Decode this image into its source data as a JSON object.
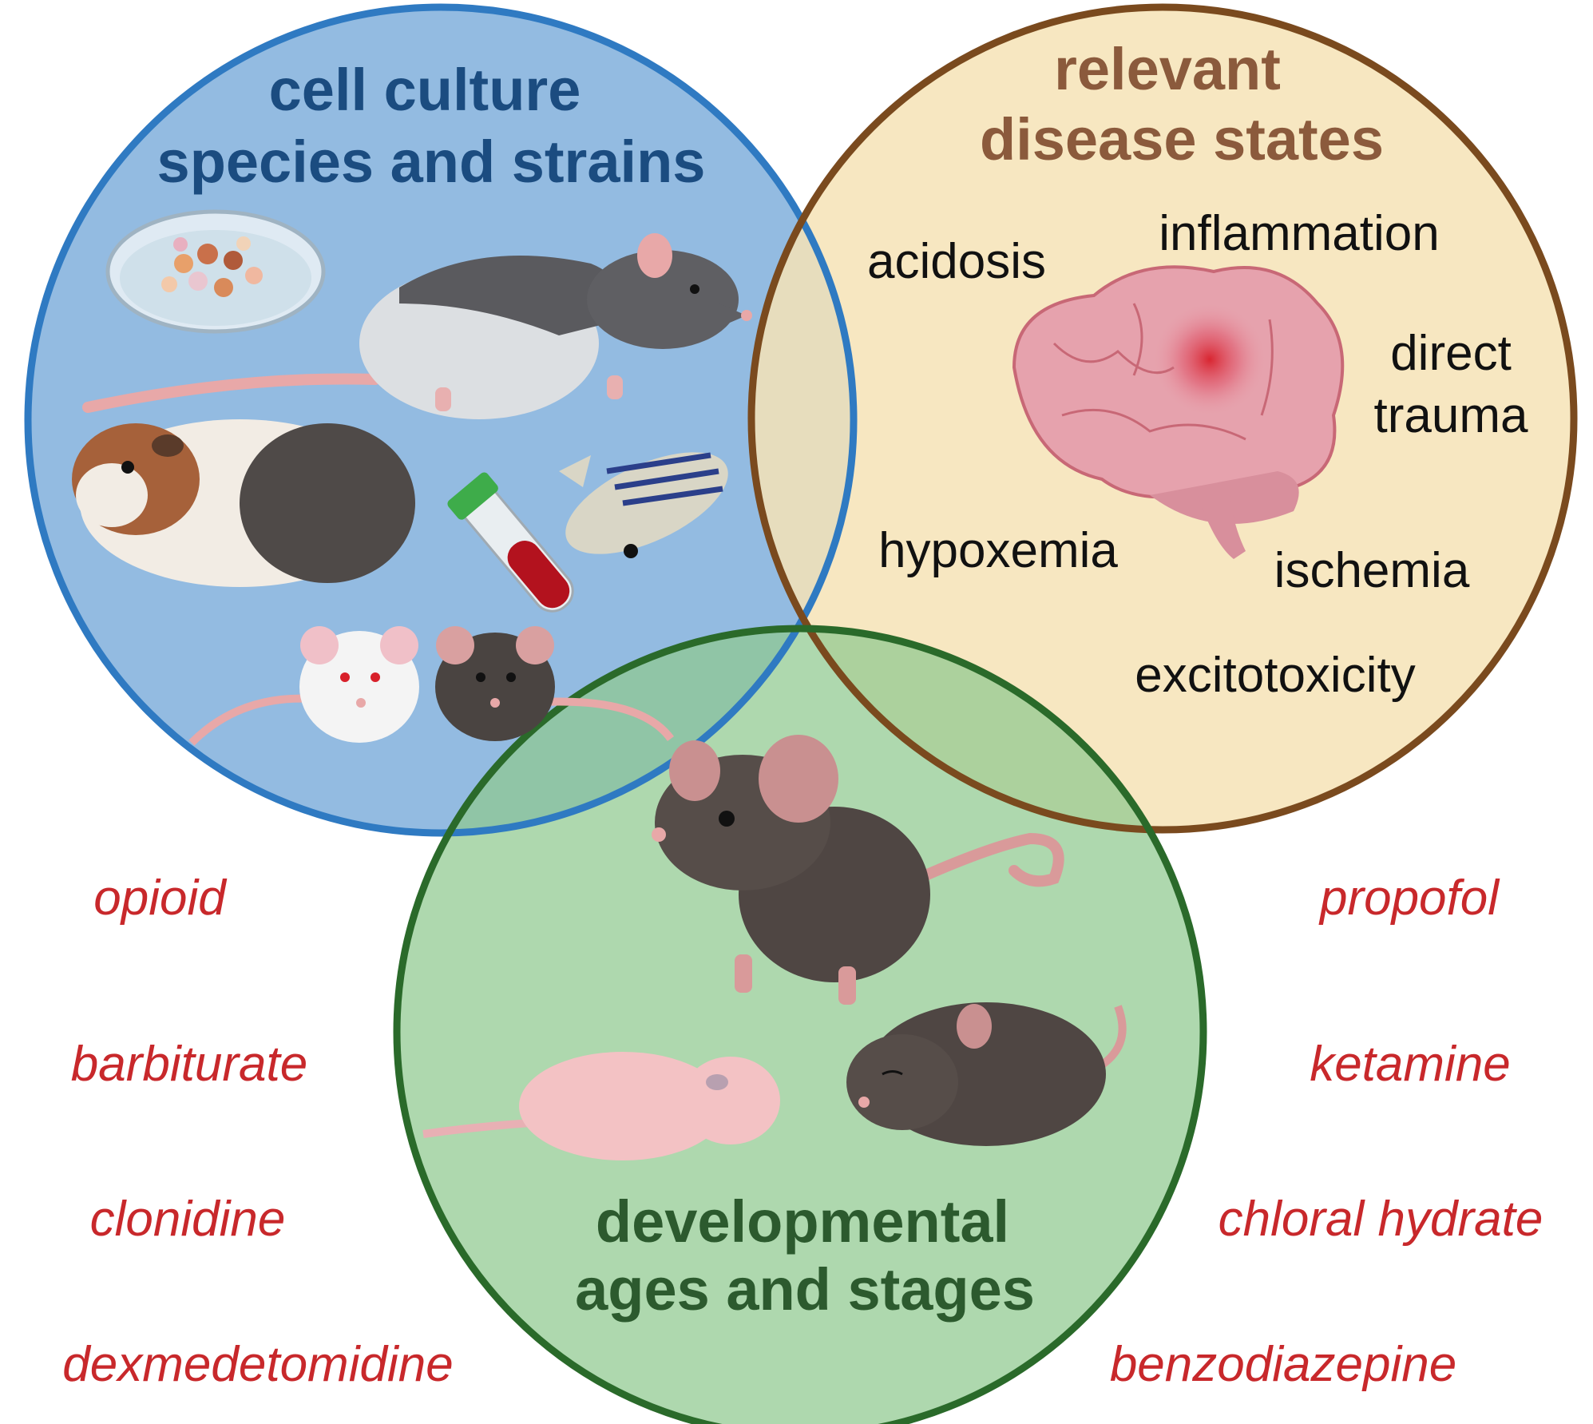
{
  "circles": {
    "cell_culture": {
      "title_line1": "cell culture",
      "title_line2": "species and strains",
      "fill": "#8db7df",
      "stroke": "#2f7ac2",
      "title_color": "#1b4c80"
    },
    "disease": {
      "title_line1": "relevant",
      "title_line2": "disease states",
      "fill": "#f6e3b6",
      "stroke": "#7a4a1e",
      "title_color": "#8b5a3c",
      "items": {
        "acidosis": "acidosis",
        "inflammation": "inflammation",
        "direct": "direct",
        "trauma": "trauma",
        "hypoxemia": "hypoxemia",
        "ischemia": "ischemia",
        "excitotoxicity": "excitotoxicity"
      }
    },
    "developmental": {
      "title_line1": "developmental",
      "title_line2": "ages and stages",
      "fill": "#8fc98f",
      "stroke": "#2a6a2a",
      "title_color": "#2c5a2e"
    }
  },
  "drugs": {
    "color": "#c8282b",
    "left": [
      "opioid",
      "barbiturate",
      "clonidine",
      "dexmedetomidine"
    ],
    "right": [
      "propofol",
      "ketamine",
      "chloral hydrate",
      "benzodiazepine"
    ]
  },
  "illustrations": {
    "petri_dish": "petri-dish-icon",
    "rat": "rat-icon",
    "guinea_pig": "guinea-pig-icon",
    "zebrafish": "zebrafish-icon",
    "blood_tube": "blood-tube-icon",
    "white_mouse": "white-mouse-icon",
    "black_mouse": "black-mouse-icon",
    "brain": "brain-icon",
    "adult_mouse": "adult-mouse-icon",
    "pup_mouse": "newborn-mouse-icon",
    "juvenile_mouse": "juvenile-mouse-icon"
  }
}
